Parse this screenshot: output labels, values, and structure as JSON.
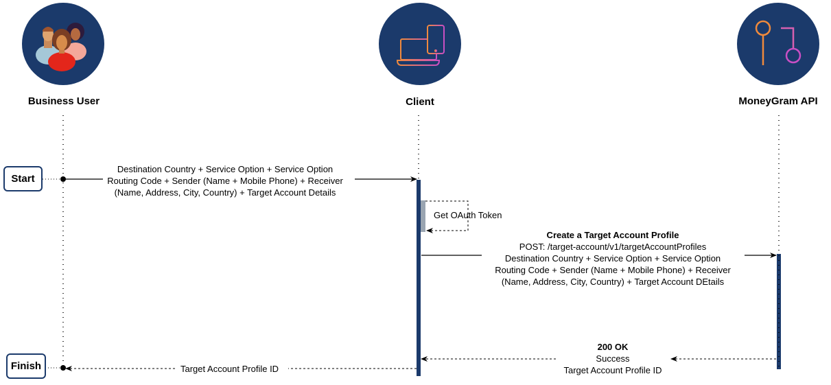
{
  "actors": [
    {
      "name": "Business User",
      "icon": "people-group-icon"
    },
    {
      "name": "Client",
      "icon": "laptop-phone-icon"
    },
    {
      "name": "MoneyGram API",
      "icon": "api-branch-icon"
    }
  ],
  "terminals": {
    "start": "Start",
    "finish": "Finish"
  },
  "messages": {
    "request": {
      "lines": [
        "Destination Country + Service Option + Service Option",
        "Routing Code + Sender (Name + Mobile Phone) + Receiver",
        "(Name, Address, City, Country) + Target Account Details"
      ]
    },
    "oauth": {
      "label": "Get OAuth Token"
    },
    "api_call": {
      "title": "Create a Target Account Profile",
      "lines": [
        "POST: /target-account/v1/targetAccountProfiles",
        "Destination Country + Service Option + Service Option",
        "Routing Code + Sender (Name + Mobile Phone) + Receiver",
        "(Name, Address, City, Country) + Target Account DEtails"
      ]
    },
    "api_response": {
      "title": "200 OK",
      "lines": [
        "Success",
        "Target Account Profile ID"
      ]
    },
    "final_response": {
      "label": "Target Account Profile ID"
    }
  },
  "colors": {
    "circle": "#1b3a6b",
    "activation": "#1b3a6b",
    "self_activation": "#9aa5b1",
    "gradient_start": "#f08a3c",
    "gradient_end": "#c94fc4"
  }
}
